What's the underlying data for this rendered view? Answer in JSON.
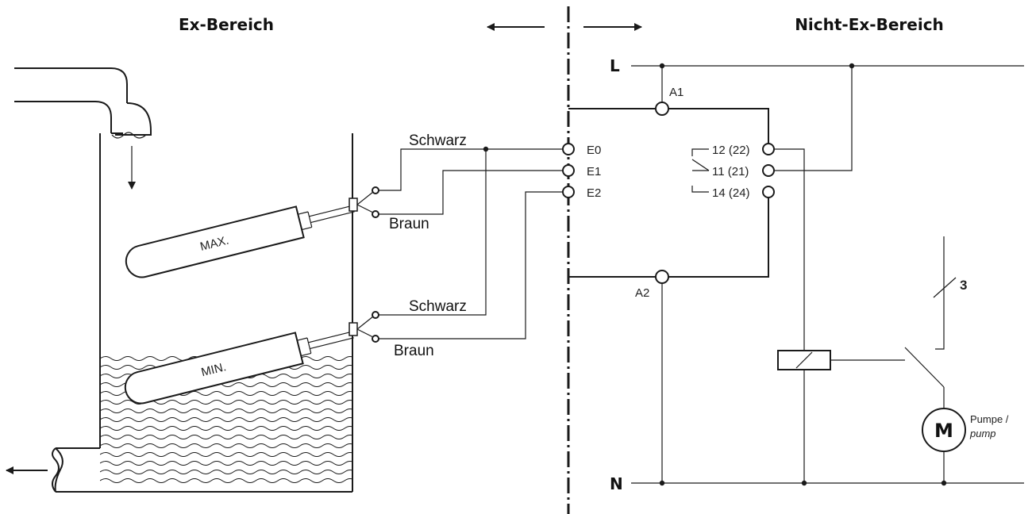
{
  "regions": {
    "ex_area": "Ex-Bereich",
    "non_ex_area": "Nicht-Ex-Bereich"
  },
  "probes": {
    "max_label": "MAX.",
    "min_label": "MIN."
  },
  "wires": {
    "upper_black": "Schwarz",
    "upper_brown": "Braun",
    "lower_black": "Schwarz",
    "lower_brown": "Braun"
  },
  "relay_terminals": {
    "a1": "A1",
    "a2": "A2",
    "e0": "E0",
    "e1": "E1",
    "e2": "E2",
    "c12": "12 (22)",
    "c11": "11 (21)",
    "c14": "14 (24)"
  },
  "supply": {
    "line": "L",
    "neutral": "N"
  },
  "load": {
    "phases": "3",
    "motor_symbol": "M",
    "pump_de": "Pumpe /",
    "pump_en": "pump"
  }
}
